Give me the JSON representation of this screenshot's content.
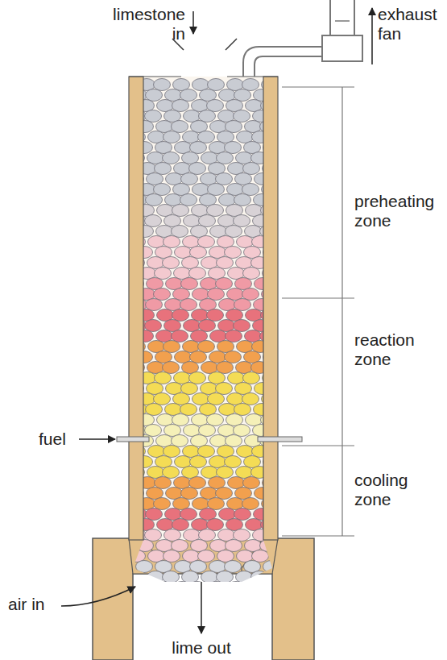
{
  "diagram": {
    "labels": [
      "limestone in",
      "exhaust fan",
      "preheating zone",
      "reaction zone",
      "cooling zone",
      "fuel",
      "air in",
      "lime out"
    ]
  }
}
